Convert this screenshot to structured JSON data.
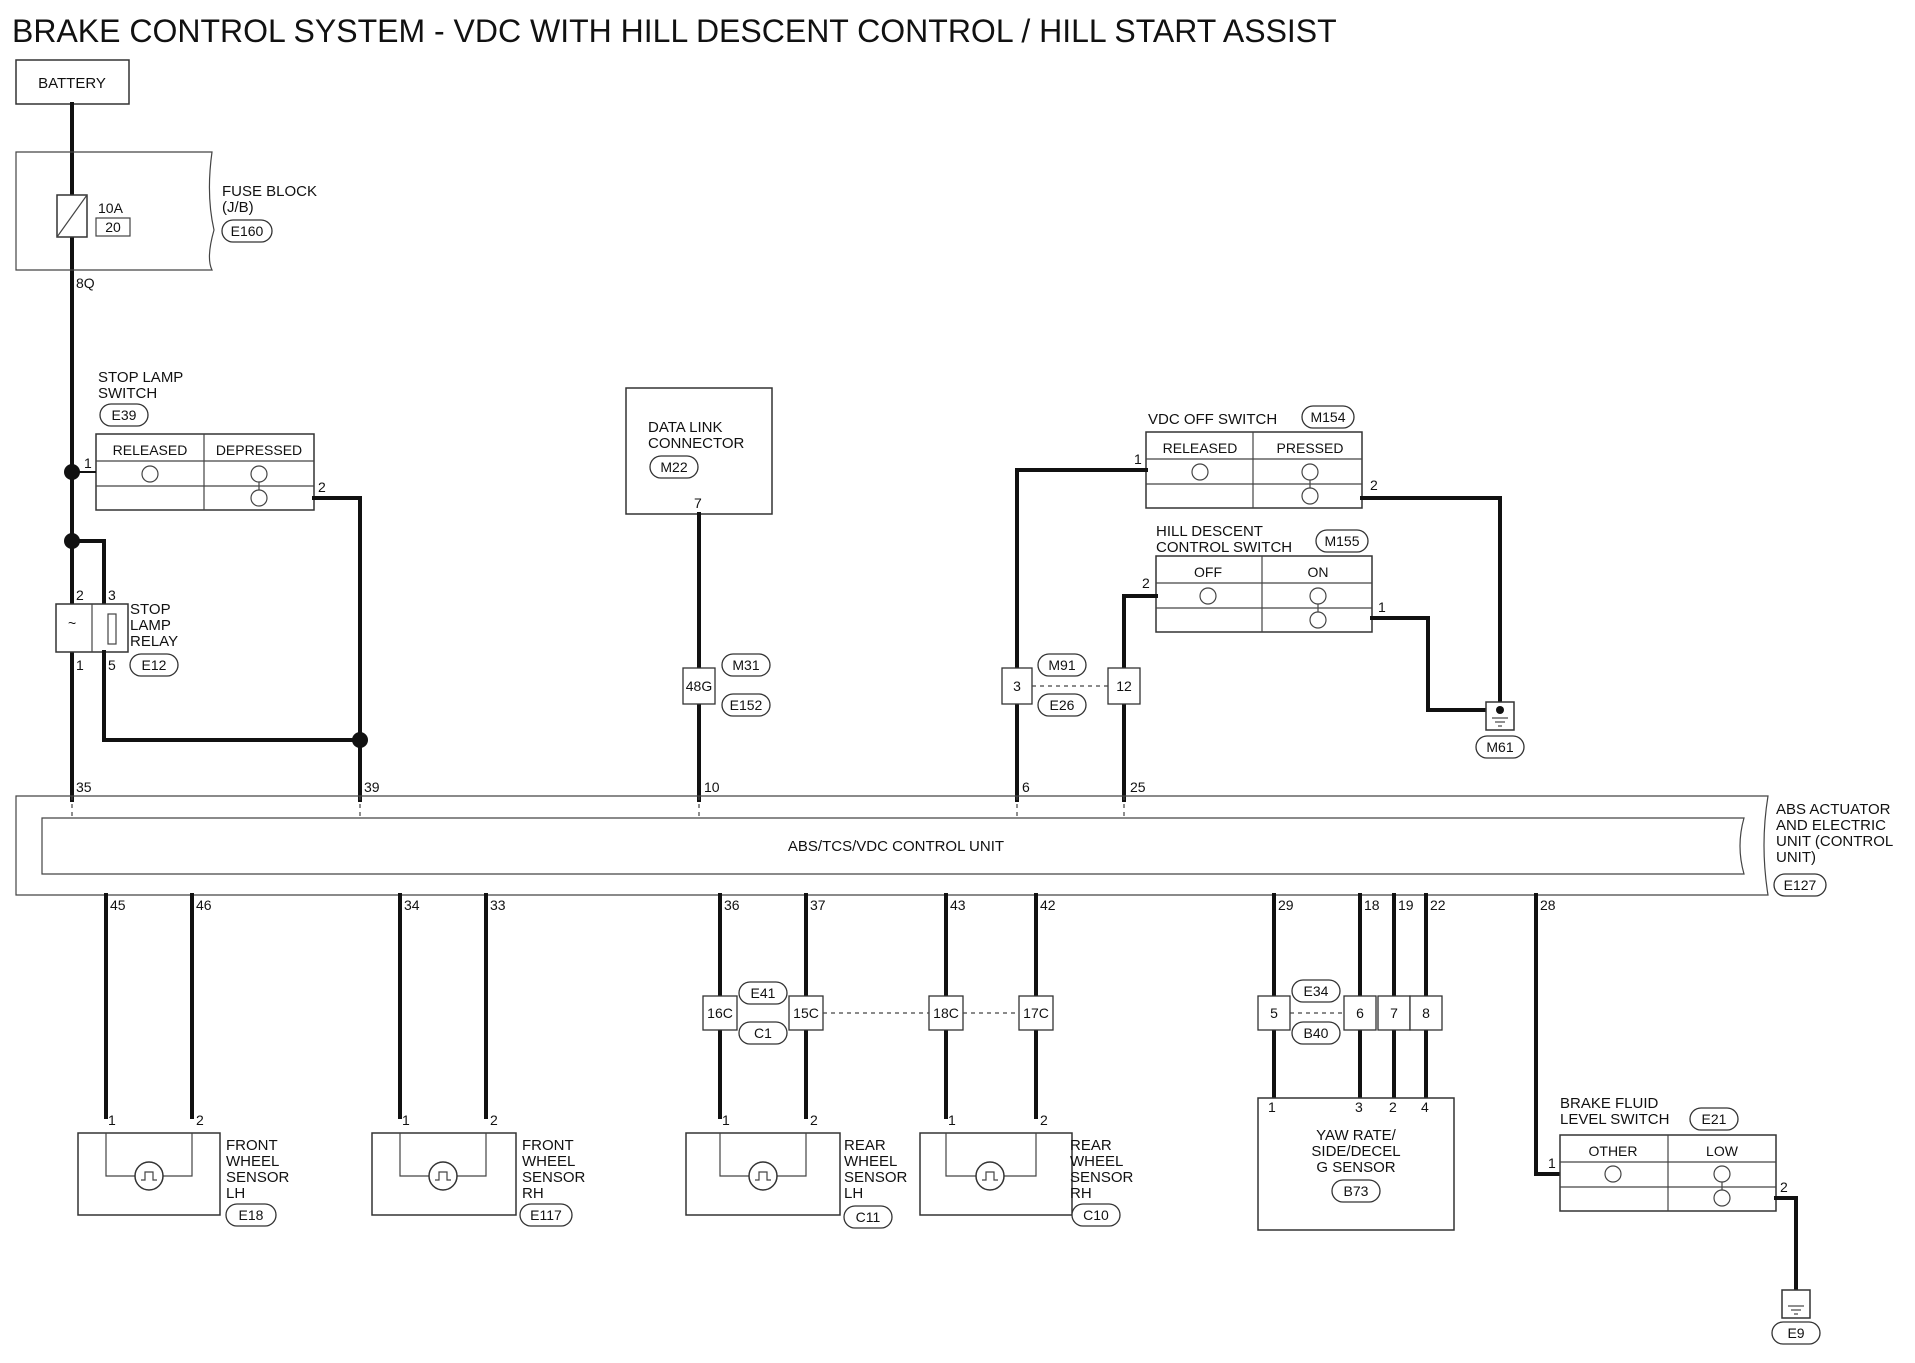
{
  "title": "BRAKE CONTROL SYSTEM - VDC WITH HILL DESCENT CONTROL / HILL START ASSIST",
  "battery": {
    "label": "BATTERY"
  },
  "fuse_block": {
    "name_line1": "FUSE BLOCK",
    "name_line2": "(J/B)",
    "connector": "E160",
    "fuse_rating": "10A",
    "fuse_number": "20",
    "out_pin": "8Q"
  },
  "stop_lamp_switch": {
    "name_line1": "STOP LAMP",
    "name_line2": "SWITCH",
    "connector": "E39",
    "state_released": "RELEASED",
    "state_depressed": "DEPRESSED",
    "pin_in": "1",
    "pin_out": "2"
  },
  "stop_lamp_relay": {
    "name_line1": "STOP",
    "name_line2": "LAMP",
    "name_line3": "RELAY",
    "connector": "E12",
    "pin_2": "2",
    "pin_3": "3",
    "pin_1": "1",
    "pin_5": "5"
  },
  "data_link_connector": {
    "name_line1": "DATA LINK",
    "name_line2": "CONNECTOR",
    "connector": "M22",
    "pin": "7",
    "joint_pin": "48G",
    "joint_top": "M31",
    "joint_bottom": "E152"
  },
  "vdc_off_switch": {
    "name": "VDC OFF SWITCH",
    "connector": "M154",
    "state_released": "RELEASED",
    "state_pressed": "PRESSED",
    "pin_in": "1",
    "pin_out": "2"
  },
  "hill_descent_switch": {
    "name_line1": "HILL DESCENT",
    "name_line2": "CONTROL SWITCH",
    "connector": "M155",
    "state_off": "OFF",
    "state_on": "ON",
    "pin_in": "2",
    "pin_out": "1"
  },
  "joint_m91": {
    "top": "M91",
    "bottom": "E26",
    "pin_left": "3",
    "pin_right": "12"
  },
  "ground_m61": {
    "label": "M61"
  },
  "ground_e9": {
    "label": "E9"
  },
  "control_unit": {
    "inner_label": "ABS/TCS/VDC CONTROL UNIT",
    "name_line1": "ABS ACTUATOR",
    "name_line2": "AND ELECTRIC",
    "name_line3": "UNIT (CONTROL",
    "name_line4": "UNIT)",
    "connector": "E127",
    "top_pins": [
      "35",
      "39",
      "10",
      "6",
      "25"
    ],
    "bottom_pins": [
      "45",
      "46",
      "34",
      "33",
      "36",
      "37",
      "43",
      "42",
      "29",
      "18",
      "19",
      "22",
      "28"
    ]
  },
  "joint_e41": {
    "top": "E41",
    "bottom": "C1",
    "pins": [
      "16C",
      "15C",
      "18C",
      "17C"
    ]
  },
  "joint_e34": {
    "top": "E34",
    "bottom": "B40",
    "pins": [
      "5",
      "6",
      "7",
      "8"
    ]
  },
  "sensors": [
    {
      "line1": "FRONT",
      "line2": "WHEEL",
      "line3": "SENSOR",
      "line4": "LH",
      "connector": "E18",
      "pin_a": "1",
      "pin_b": "2"
    },
    {
      "line1": "FRONT",
      "line2": "WHEEL",
      "line3": "SENSOR",
      "line4": "RH",
      "connector": "E117",
      "pin_a": "1",
      "pin_b": "2"
    },
    {
      "line1": "REAR",
      "line2": "WHEEL",
      "line3": "SENSOR",
      "line4": "LH",
      "connector": "C11",
      "pin_a": "1",
      "pin_b": "2"
    },
    {
      "line1": "REAR",
      "line2": "WHEEL",
      "line3": "SENSOR",
      "line4": "RH",
      "connector": "C10",
      "pin_a": "1",
      "pin_b": "2"
    }
  ],
  "yaw_sensor": {
    "line1": "YAW RATE/",
    "line2": "SIDE/DECEL",
    "line3": "G SENSOR",
    "connector": "B73",
    "pins": [
      "1",
      "3",
      "2",
      "4"
    ]
  },
  "brake_fluid_switch": {
    "name_line1": "BRAKE FLUID",
    "name_line2": "LEVEL SWITCH",
    "connector": "E21",
    "state_other": "OTHER",
    "state_low": "LOW",
    "pin_in": "1",
    "pin_out": "2"
  }
}
